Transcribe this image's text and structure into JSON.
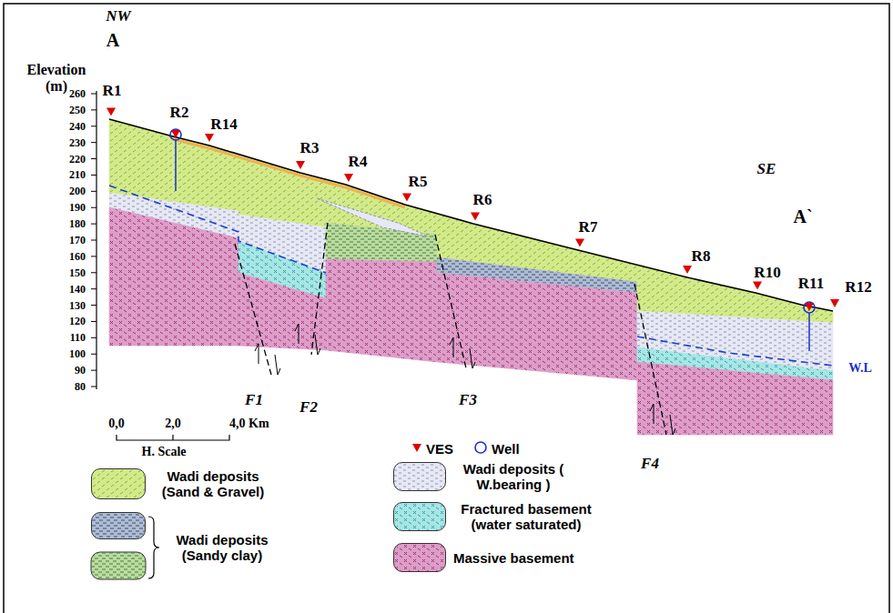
{
  "diagram": {
    "labels": [
      "Elevation (m)",
      "NW",
      "A",
      "SE",
      "A`",
      "R1",
      "R2",
      "R14",
      "R3",
      "R4",
      "R5",
      "R6",
      "R7",
      "R8",
      "R10",
      "R11",
      "R12",
      "260",
      "250",
      "240",
      "230",
      "220",
      "210",
      "200",
      "190",
      "180",
      "170",
      "160",
      "150",
      "140",
      "130",
      "120",
      "110",
      "100",
      "90",
      "80",
      "F1",
      "F2",
      "F3",
      "F4",
      "W.L",
      "0,0",
      "2,0",
      "4,0 Km",
      "H. Scale"
    ],
    "legend": [
      {
        "text": "Wadi deposits (Sand & Gravel)",
        "color": "#d3ea8a"
      },
      {
        "text": "Wadi deposits (Sandy clay)",
        "color": "#aebdd4"
      },
      {
        "text": "Wadi deposits ( W.bearing )",
        "color": "#e6e8f3"
      },
      {
        "text": "Fractured basement (water saturated)",
        "color": "#a6e6e6"
      },
      {
        "text": "Massive basement",
        "color": "#dc9ec9"
      },
      {
        "text": "VES"
      },
      {
        "text": "Well"
      }
    ]
  }
}
